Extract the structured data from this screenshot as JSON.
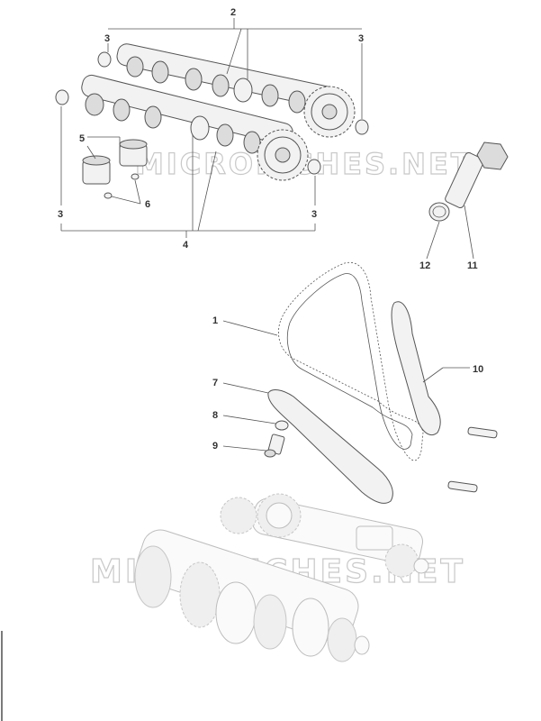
{
  "callouts": {
    "c2": "2",
    "c3a": "3",
    "c3b": "3",
    "c3c": "3",
    "c3d": "3",
    "c4": "4",
    "c5": "5",
    "c6": "6",
    "c11": "11",
    "c12": "12",
    "c1": "1",
    "c10": "10",
    "c7": "7",
    "c8": "8",
    "c9": "9"
  },
  "watermark": {
    "upper": "MICROFICHES.NET",
    "lower": "MICROFICHES.NET"
  },
  "colors": {
    "line": "#555555",
    "fill": "#f2f2f2",
    "faint": "#bdbdbd"
  }
}
